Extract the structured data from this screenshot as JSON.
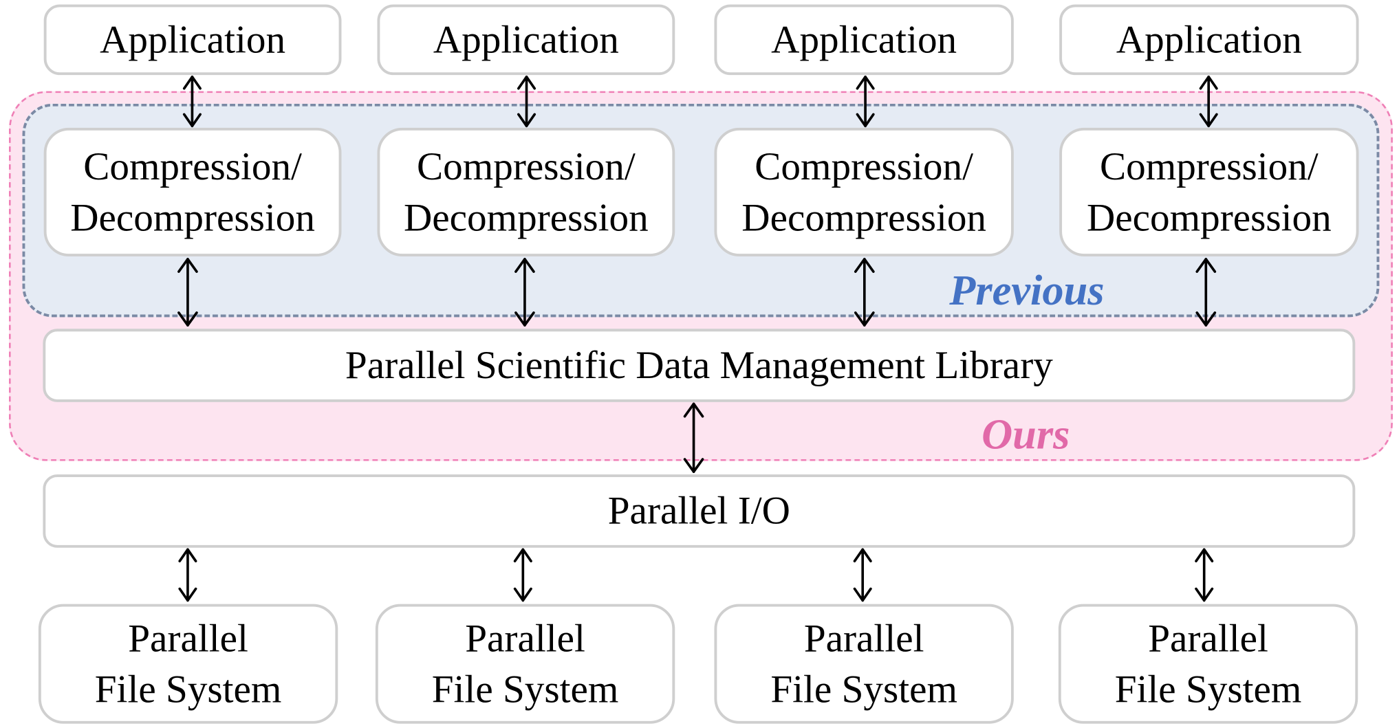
{
  "colors": {
    "ours_border": "#ef7fb6",
    "ours_fill": "#fde4f0",
    "ours_label": "#e169a8",
    "previous_border": "#7b8aa5",
    "previous_fill": "#e5ebf4",
    "previous_label": "#4472c4",
    "box_border": "#cfcfcf",
    "arrow": "#000000"
  },
  "applications": [
    "Application",
    "Application",
    "Application",
    "Application"
  ],
  "compression": [
    {
      "line1": "Compression/",
      "line2": "Decompression"
    },
    {
      "line1": "Compression/",
      "line2": "Decompression"
    },
    {
      "line1": "Compression/",
      "line2": "Decompression"
    },
    {
      "line1": "Compression/",
      "line2": "Decompression"
    }
  ],
  "library": "Parallel Scientific Data Management Library",
  "parallel_io": "Parallel I/O",
  "file_systems": [
    {
      "line1": "Parallel",
      "line2": "File System"
    },
    {
      "line1": "Parallel",
      "line2": "File System"
    },
    {
      "line1": "Parallel",
      "line2": "File System"
    },
    {
      "line1": "Parallel",
      "line2": "File System"
    }
  ],
  "labels": {
    "previous": "Previous",
    "ours": "Ours"
  }
}
